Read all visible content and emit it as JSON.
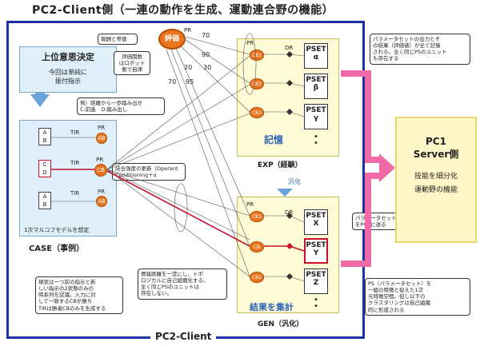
{
  "title": "PC2-Client側（一連の動作を生成、運動連合野の機能）",
  "outer_label": "PC2-Client",
  "upper": {
    "heading": "上位意思決定",
    "sub1": "今回は単純に",
    "sub2": "振付指示"
  },
  "eval_label": "評価",
  "notes": {
    "kotei": "報酬と等価",
    "hyoka_line1": "評価関数",
    "hyoka_line2": "はロボット",
    "hyoka_line3": "側で自律",
    "example_line1": "例）距離から一歩踏み出せ",
    "example_line2": "C:前進　D:踏み出し",
    "ketsugou_line1": "結合強度の更新（Operant",
    "ketsugou_line2": "Conditioning＋α",
    "param_out_line1": "パラメータセットの出力とそ",
    "param_out_line2": "の結果（評価値）が全て記憶",
    "param_out_line3": "される。全く同じPSのユニット",
    "param_out_line4": "も存在する",
    "param_send_line1": "パラメータセット",
    "param_send_line2": "をPC1に送る",
    "case_line1": "現状は一つ前の指示と新",
    "case_line2": "しい指示の2状態のみの",
    "case_line3": "時系列を認識。入力に対",
    "case_line4": "して一致するCBが勝ち",
    "case_line5": "TIRは勝者CBのみを生成する",
    "gen_line1": "情報距離を一定にし、トポ",
    "gen_line2": "ロジカルに自己組織化する。",
    "gen_line3": "全く同じPSのユニットは",
    "gen_line4": "存在しない。",
    "psi_line1": "PS（パラメータセット）を",
    "psi_line2": "一組の特徴と捉えた1次",
    "psi_line3": "元特徴空間。但し以下の",
    "psi_line4": "クラスタリングは自己組織",
    "psi_line5": "的に形成される"
  },
  "case": {
    "label": "CASE（事例）",
    "markov": "1次マルコフモデルを想定",
    "items": [
      "A",
      "B",
      "C",
      "D",
      "A",
      "B"
    ]
  },
  "exp": {
    "label": "EXP（経験）",
    "kioku": "記憶"
  },
  "gen": {
    "label": "GEN（汎化）",
    "summary": "結果を集計"
  },
  "hanka": "汎化",
  "psets_exp": [
    {
      "name": "PSET",
      "sym": "α"
    },
    {
      "name": "PSET",
      "sym": "β"
    },
    {
      "name": "PSET",
      "sym": "γ"
    }
  ],
  "psets_gen": [
    {
      "name": "PSET",
      "sym": "X"
    },
    {
      "name": "PSET",
      "sym": "Y"
    },
    {
      "name": "PSET",
      "sym": "Z"
    }
  ],
  "weights": [
    "70",
    "90",
    "20",
    "30",
    "70",
    "95"
  ],
  "labels": {
    "pr": "PR",
    "dr": "DR",
    "tir": "TIR",
    "cb": "CB",
    "ab": "AB",
    "cb1": "CB1",
    "cb2": "CB2",
    "cb3": "CB3"
  },
  "pc1": {
    "line1": "PC1",
    "line2": "Server側",
    "feat1": "技能を細分化",
    "feat2": "運動野の機能"
  },
  "colors": {
    "outer_border": "#2030a8",
    "node": "#e9741c",
    "pink_arrow": "#f06aa8",
    "red_path": "#c8102e"
  }
}
